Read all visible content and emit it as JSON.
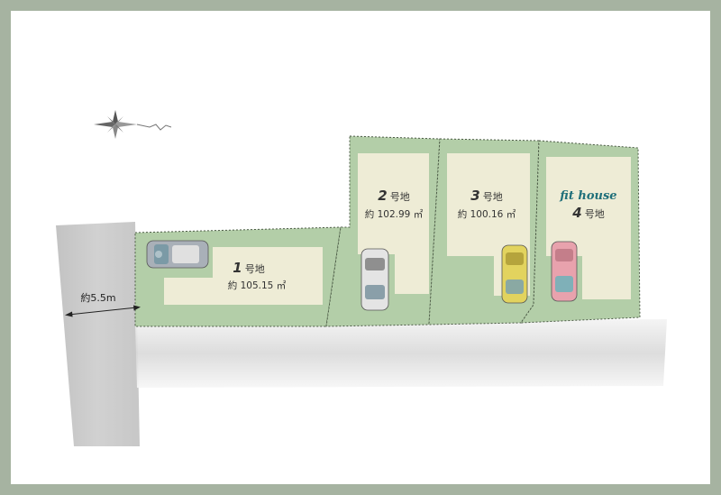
{
  "road": {
    "width_label": "約5.5m"
  },
  "lots": [
    {
      "number": "1",
      "suffix": "号地",
      "area": "約 105.15 ㎡"
    },
    {
      "number": "2",
      "suffix": "号地",
      "area": "約 102.99 ㎡"
    },
    {
      "number": "3",
      "suffix": "号地",
      "area": "約 100.16 ㎡"
    },
    {
      "number": "4",
      "suffix": "号地"
    }
  ],
  "brand": {
    "name": "fit house"
  },
  "icons": {
    "compass": "compass-north-icon"
  },
  "colors": {
    "frame": "#a6b3a1",
    "lot_green": "#b3cea8",
    "building_area": "#eeecd6",
    "brand": "#1f6f7a"
  }
}
